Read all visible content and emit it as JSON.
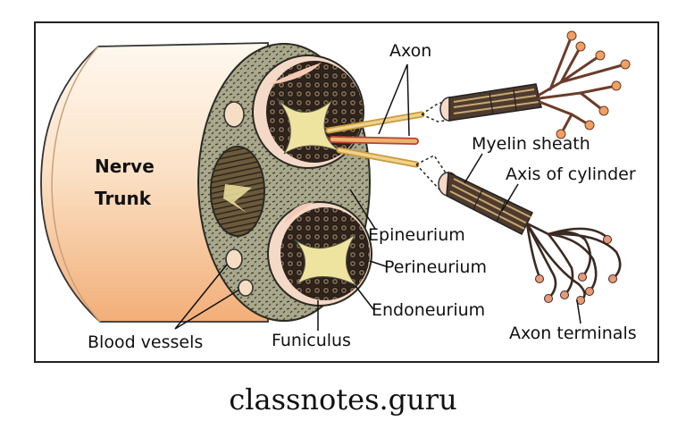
{
  "labels": {
    "nerve": "Nerve",
    "trunk": "Trunk",
    "axon": "Axon",
    "myelin_sheath": "Myelin sheath",
    "axis_of_cylinder": "Axis of cylinder",
    "epineurium": "Epineurium",
    "perineurium": "Perineurium",
    "endoneurium": "Endoneurium",
    "funiculus": "Funiculus",
    "blood_vessels": "Blood vessels",
    "axon_terminals": "Axon terminals"
  },
  "footer": "classnotes.guru",
  "colors": {
    "trunk_light": "#fdf1e3",
    "trunk_dark": "#f3b887",
    "epineurium": "#a7a68b",
    "fascicle_dark": "#3e2f24",
    "endoneurium_yellow": "#efe3a0",
    "frame": "#222222"
  }
}
